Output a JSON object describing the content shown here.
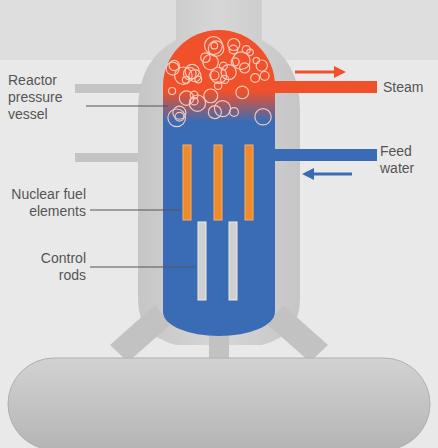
{
  "diagram": {
    "labels": [
      "Reactor pressure vessel",
      "Nuclear fuel elements",
      "Control rods",
      "Steam",
      "Feed water"
    ]
  }
}
